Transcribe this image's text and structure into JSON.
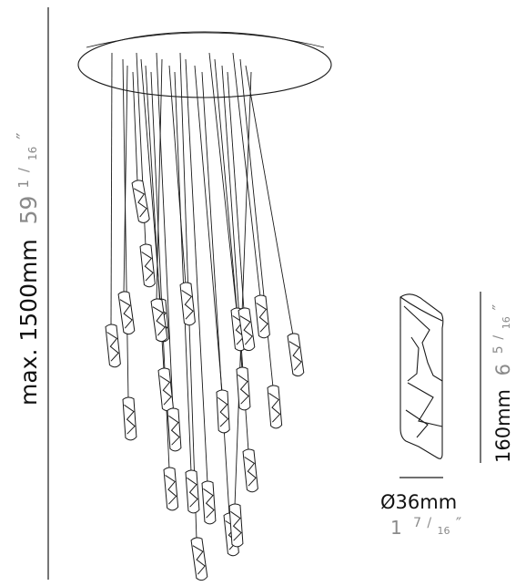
{
  "drawing": {
    "height_label": {
      "metric": "max. 1500mm",
      "imperial_whole": "59",
      "imperial_num": "1",
      "imperial_den": "16",
      "imperial_mark": "″"
    },
    "pendant_height_label": {
      "metric": "160mm",
      "imperial_whole": "6",
      "imperial_num": "5",
      "imperial_den": "16",
      "imperial_mark": "″"
    },
    "diameter_label": {
      "metric": "Ø36mm",
      "imperial_whole": "1",
      "imperial_num": "7",
      "imperial_den": "16",
      "imperial_mark": "″"
    },
    "colors": {
      "line": "#1a1a1a",
      "dimension_text": "#111111",
      "imperial_text": "#8a8a8a"
    }
  }
}
